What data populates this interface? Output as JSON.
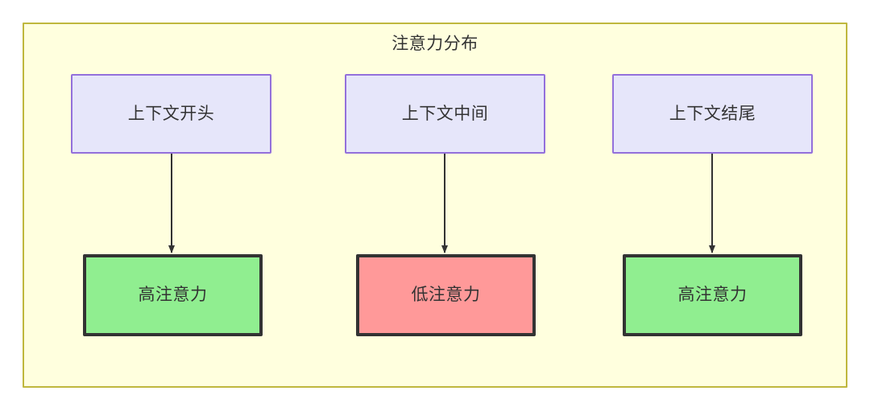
{
  "diagram": {
    "title": "注意力分布",
    "container": {
      "fill": "#ffffde",
      "stroke": "#bfb73d"
    },
    "context_nodes": [
      {
        "id": "ctx-start",
        "label": "上下文开头",
        "fill": "#e6e6fa",
        "stroke": "#9370db"
      },
      {
        "id": "ctx-middle",
        "label": "上下文中间",
        "fill": "#e6e6fa",
        "stroke": "#9370db"
      },
      {
        "id": "ctx-end",
        "label": "上下文结尾",
        "fill": "#e6e6fa",
        "stroke": "#9370db"
      }
    ],
    "attention_nodes": [
      {
        "id": "attn-high-start",
        "label": "高注意力",
        "level": "high",
        "fill": "#90ee90",
        "stroke": "#333333"
      },
      {
        "id": "attn-low-middle",
        "label": "低注意力",
        "level": "low",
        "fill": "#ff9999",
        "stroke": "#333333"
      },
      {
        "id": "attn-high-end",
        "label": "高注意力",
        "level": "high",
        "fill": "#90ee90",
        "stroke": "#333333"
      }
    ],
    "edges": [
      {
        "from": "ctx-start",
        "to": "attn-high-start",
        "label": "",
        "arrow": "filled-triangle"
      },
      {
        "from": "ctx-middle",
        "to": "attn-low-middle",
        "label": "",
        "arrow": "filled-triangle"
      },
      {
        "from": "ctx-end",
        "to": "attn-high-end",
        "label": "",
        "arrow": "filled-triangle"
      }
    ]
  }
}
